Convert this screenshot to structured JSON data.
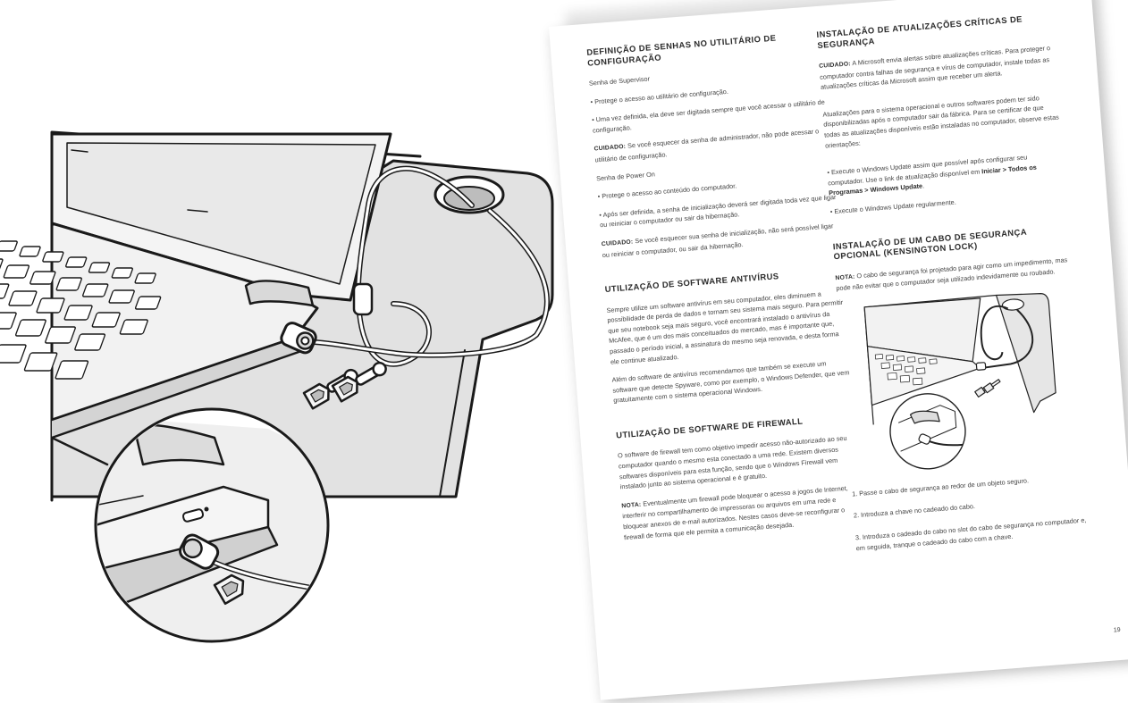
{
  "left": {
    "h1": "DEFINIÇÃO DE SENHAS NO UTILITÁRIO DE CONFIGURAÇÃO",
    "sup_title": "Senha de Supervisor",
    "sup_b1": "• Protege o acesso ao utilitário de configuração.",
    "sup_b2": "• Uma vez definida, ela deve ser digitada sempre que você acessar o utilitário de configuração.",
    "sup_caution_label": "CUIDADO:",
    "sup_caution": "Se você esquecer da senha de administrador, não pode acessar o utilitário de configuração.",
    "pwr_title": "Senha de Power On",
    "pwr_b1": "• Protege o acesso ao conteúdo do computador.",
    "pwr_b2": "• Após ser definida, a senha de inicialização deverá ser digitada toda vez que ligar ou reiniciar o computador ou sair da hibernação.",
    "pwr_caution_label": "CUIDADO:",
    "pwr_caution": "Se você esquecer sua senha de inicialização, não será possível ligar ou reiniciar o computador, ou sair da hibernação.",
    "h2": "UTILIZAÇÃO DE SOFTWARE ANTIVÍRUS",
    "av_p1": "Sempre utilize um software antivírus em seu computador, eles diminuem a possibilidade de perda de dados e tornam seu sistema mais seguro. Para permitir que seu notebook seja mais seguro, você encontrará instalado o antivírus da McAfee, que é um dos mais conceituados do mercado, mas é importante que, passado o período inicial, a assinatura do mesmo seja renovada, e desta forma ele continue atualizado.",
    "av_p2": "Além do software de antivírus recomendamos que também se execute um software que detecte Spyware, como por exemplo, o Windows Defender, que vem gratuitamente com o sistema operacional Windows.",
    "h3": "UTILIZAÇÃO DE SOFTWARE DE FIREWALL",
    "fw_p1": "O software de firewall tem como objetivo impedir acesso não-autorizado ao seu computador quando o mesmo esta conectado a uma rede. Existem diversos softwares disponíveis para esta função, sendo que o Windows Firewall vem instalado junto ao sistema operacional e é gratuito.",
    "fw_note_label": "NOTA:",
    "fw_note": "Eventualmente um firewall pode bloquear o acesso a jogos de Internet, interferir no compartilhamento de impressoras ou arquivos em uma rede e bloquear anexos de e-mail autorizados. Nestes casos deve-se reconfigurar o firewall de forma que ele permita a comunicação desejada."
  },
  "right": {
    "h1": "INSTALAÇÃO DE ATUALIZAÇÕES CRÍTICAS DE SEGURANÇA",
    "cau_label": "CUIDADO:",
    "cau": "A Microsoft envia alertas sobre atualizações críticas. Para proteger o computador contra falhas de segurança e vírus de computador, instale todas as atualizações críticas da Microsoft assim que receber um alerta.",
    "p2": "Atualizações para o sistema operacional e outros softwares podem ter sido disponibilizadas após o computador sair da fábrica. Para se certificar de que todas as atualizações disponíveis estão instaladas no computador, observe estas orientações:",
    "b1": "• Execute o Windows Update assim que possível após configurar seu computador. Use o link de atualização disponível em",
    "b1_bold": "Iniciar > Todos os Programas > Windows Update",
    "b1_end": ".",
    "b2": "• Execute o Windows Update regularmente.",
    "h2": "INSTALAÇÃO DE UM CABO DE SEGURANÇA OPCIONAL (KENSINGTON LOCK)",
    "note_label": "NOTA:",
    "note": "O cabo de segurança foi projetado para agir como um impedimento, mas pode não evitar que o computador seja utilizado indevidamente ou roubado.",
    "s1": "1. Passe o cabo de segurança ao redor de um objeto seguro.",
    "s2": "2. Introduza a chave no cadeado do cabo.",
    "s3": "3. Introduza o cadeado do cabo no slot do cabo de segurança no computador e, em seguida, tranque o cadeado do cabo com a chave."
  },
  "page_number": "19",
  "icons": [
    "kensington-lock-illustration",
    "laptop-mini-illustration"
  ]
}
